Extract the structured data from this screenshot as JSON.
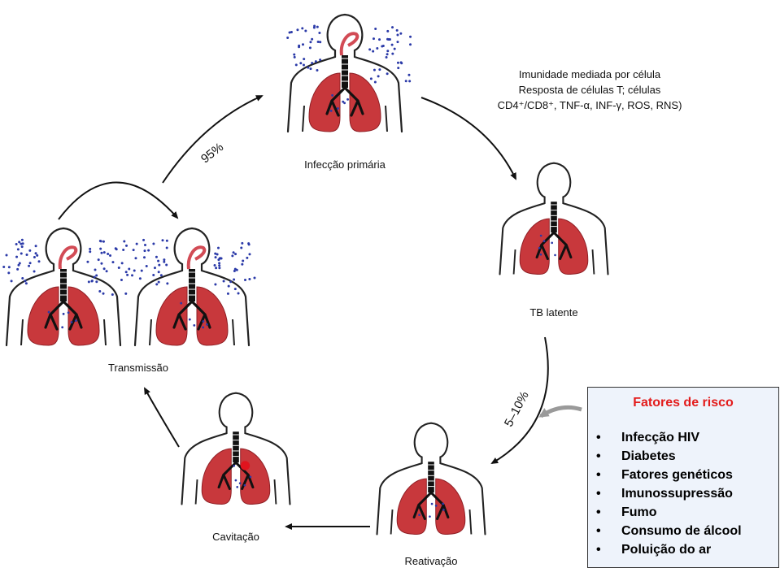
{
  "stages": {
    "primary": "Infecção primária",
    "latent": "TB latente",
    "reactivation": "Reativação",
    "cavitation": "Cavitação",
    "transmission": "Transmissão"
  },
  "immunity": {
    "line1": "Imunidade mediada por célula",
    "line2": "Resposta de células T; células",
    "line3": "CD4⁺/CD8⁺, TNF-α, INF-γ, ROS, RNS)"
  },
  "percentages": {
    "to_primary": "95%",
    "to_reactivation": "5–10%"
  },
  "risk_factors": {
    "title": "Fatores de risco",
    "items": [
      "Infecção HIV",
      "Diabetes",
      "Fatores genéticos",
      "Imunossupressão",
      "Fumo",
      "Consumo de álcool",
      "Poluição do ar"
    ]
  },
  "colors": {
    "lung": "#c8383c",
    "lung_dark": "#8e1f25",
    "bacteria": "#2b3aa8",
    "risk_title": "#e31b1b",
    "risk_bg": "#eef3fb"
  }
}
